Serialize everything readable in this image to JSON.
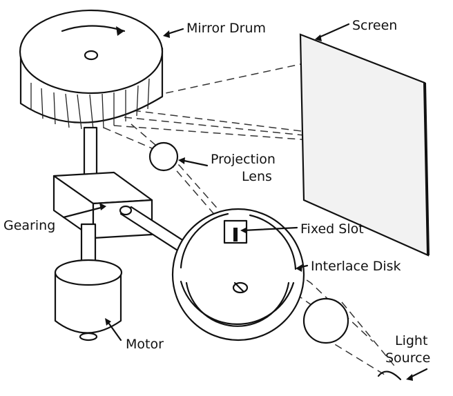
{
  "labels": {
    "mirror_drum": "Mirror Drum",
    "screen": "Screen",
    "projection_lens_line1": "Projection",
    "projection_lens_line2": "Lens",
    "gearing": "Gearing",
    "fixed_slot": "Fixed Slot",
    "interlace_disk": "Interlace Disk",
    "motor": "Motor",
    "light_source_line1": "Light",
    "light_source_line2": "Source"
  }
}
